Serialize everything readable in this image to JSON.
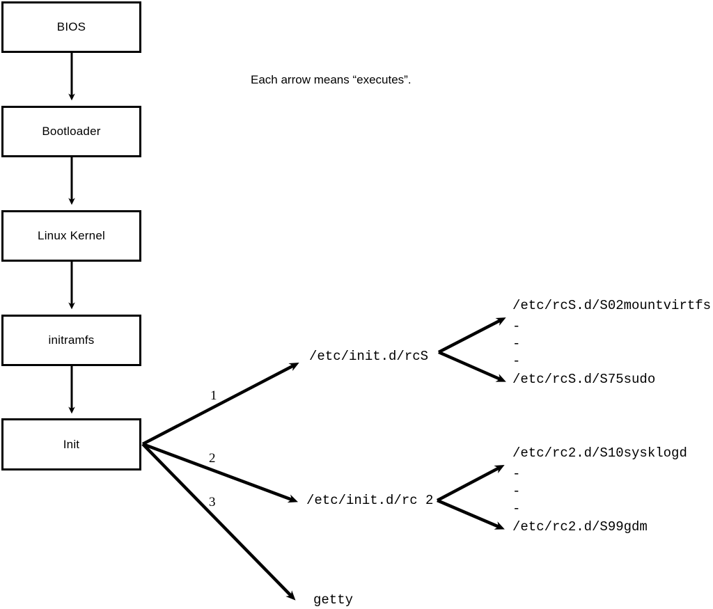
{
  "diagram": {
    "caption": "Each arrow means “executes”.",
    "boot_chain": [
      {
        "label": "BIOS"
      },
      {
        "label": "Bootloader"
      },
      {
        "label": "Linux Kernel"
      },
      {
        "label": "initramfs"
      },
      {
        "label": "Init"
      }
    ],
    "init_branches": [
      {
        "number": "1",
        "target": "/etc/init.d/rcS"
      },
      {
        "number": "2",
        "target": "/etc/init.d/rc 2"
      },
      {
        "number": "3",
        "target": "getty"
      }
    ],
    "rcs_scripts": {
      "first": "/etc/rcS.d/S02mountvirtfs",
      "ellipsis": [
        "-",
        "-",
        "-"
      ],
      "last": "/etc/rcS.d/S75sudo"
    },
    "rc2_scripts": {
      "first": "/etc/rc2.d/S10sysklogd",
      "ellipsis": [
        "-",
        "-",
        "-"
      ],
      "last": "/etc/rc2.d/S99gdm"
    },
    "colors": {
      "stroke": "#000000",
      "background": "#ffffff",
      "text": "#000000"
    }
  }
}
